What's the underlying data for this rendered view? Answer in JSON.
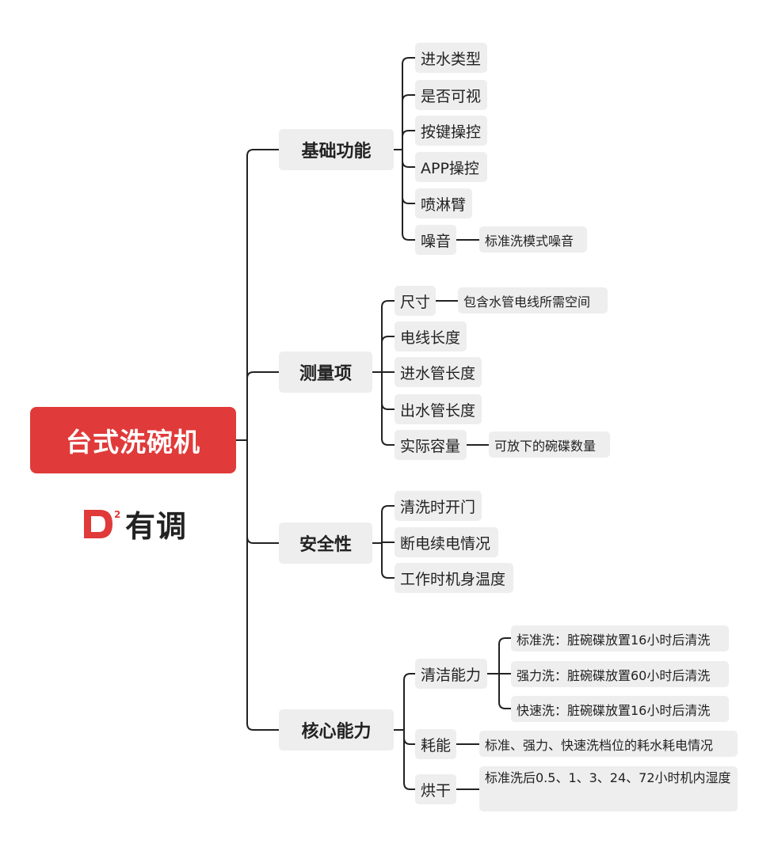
{
  "colors": {
    "root_bg": "#e03a3a",
    "node_bg": "#eeeeee",
    "line": "#222222",
    "brand": "#e03a3a"
  },
  "brand": {
    "name": "有调",
    "icon": "d-squared-logo-icon"
  },
  "root": {
    "label": "台式洗碗机"
  },
  "branches": [
    {
      "label": "基础功能",
      "children": [
        {
          "label": "进水类型"
        },
        {
          "label": "是否可视"
        },
        {
          "label": "按键操控"
        },
        {
          "label": "APP操控"
        },
        {
          "label": "喷淋臂"
        },
        {
          "label": "噪音",
          "children": [
            {
              "label": "标准洗模式噪音"
            }
          ]
        }
      ]
    },
    {
      "label": "测量项",
      "children": [
        {
          "label": "尺寸",
          "children": [
            {
              "label": "包含水管电线所需空间"
            }
          ]
        },
        {
          "label": "电线长度"
        },
        {
          "label": "进水管长度"
        },
        {
          "label": "出水管长度"
        },
        {
          "label": "实际容量",
          "children": [
            {
              "label": "可放下的碗碟数量"
            }
          ]
        }
      ]
    },
    {
      "label": "安全性",
      "children": [
        {
          "label": "清洗时开门"
        },
        {
          "label": "断电续电情况"
        },
        {
          "label": "工作时机身温度"
        }
      ]
    },
    {
      "label": "核心能力",
      "children": [
        {
          "label": "清洁能力",
          "children": [
            {
              "label": "标准洗：脏碗碟放置16小时后清洗"
            },
            {
              "label": "强力洗：脏碗碟放置60小时后清洗"
            },
            {
              "label": "快速洗：脏碗碟放置16小时后清洗"
            }
          ]
        },
        {
          "label": "耗能",
          "children": [
            {
              "label": "标准、强力、快速洗档位的耗水耗电情况"
            }
          ]
        },
        {
          "label": "烘干",
          "children": [
            {
              "label": "标准洗后0.5、1、3、24、72小时机内湿度"
            }
          ]
        }
      ]
    }
  ]
}
